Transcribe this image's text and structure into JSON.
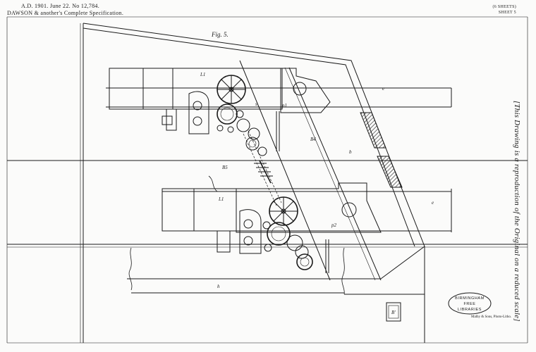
{
  "header": {
    "year_line": "A.D. 1901. June 22. No 12,784.",
    "title_line": "DAWSON & another's Complete Specification.",
    "sheets_line1": "(6 SHEETS)",
    "sheets_line2": "SHEET 5"
  },
  "figure": {
    "label": "Fig. 5.",
    "part_labels": {
      "L1": "L1",
      "L2": "L1",
      "B4": "B4",
      "B5": "B5",
      "b": "b",
      "h": "h",
      "Bf": "B'",
      "e1": "e",
      "e2": "e",
      "s": "s",
      "p1": "p1",
      "p2": "p2"
    }
  },
  "side_note": "[This Drawing is a reproduction of the Original on a reduced scale]",
  "stamp": {
    "line1": "BIRMINGHAM",
    "line2": "FREE",
    "line3": "LIBRARIES"
  },
  "printer": "Malby & Sons, Photo-Litho."
}
